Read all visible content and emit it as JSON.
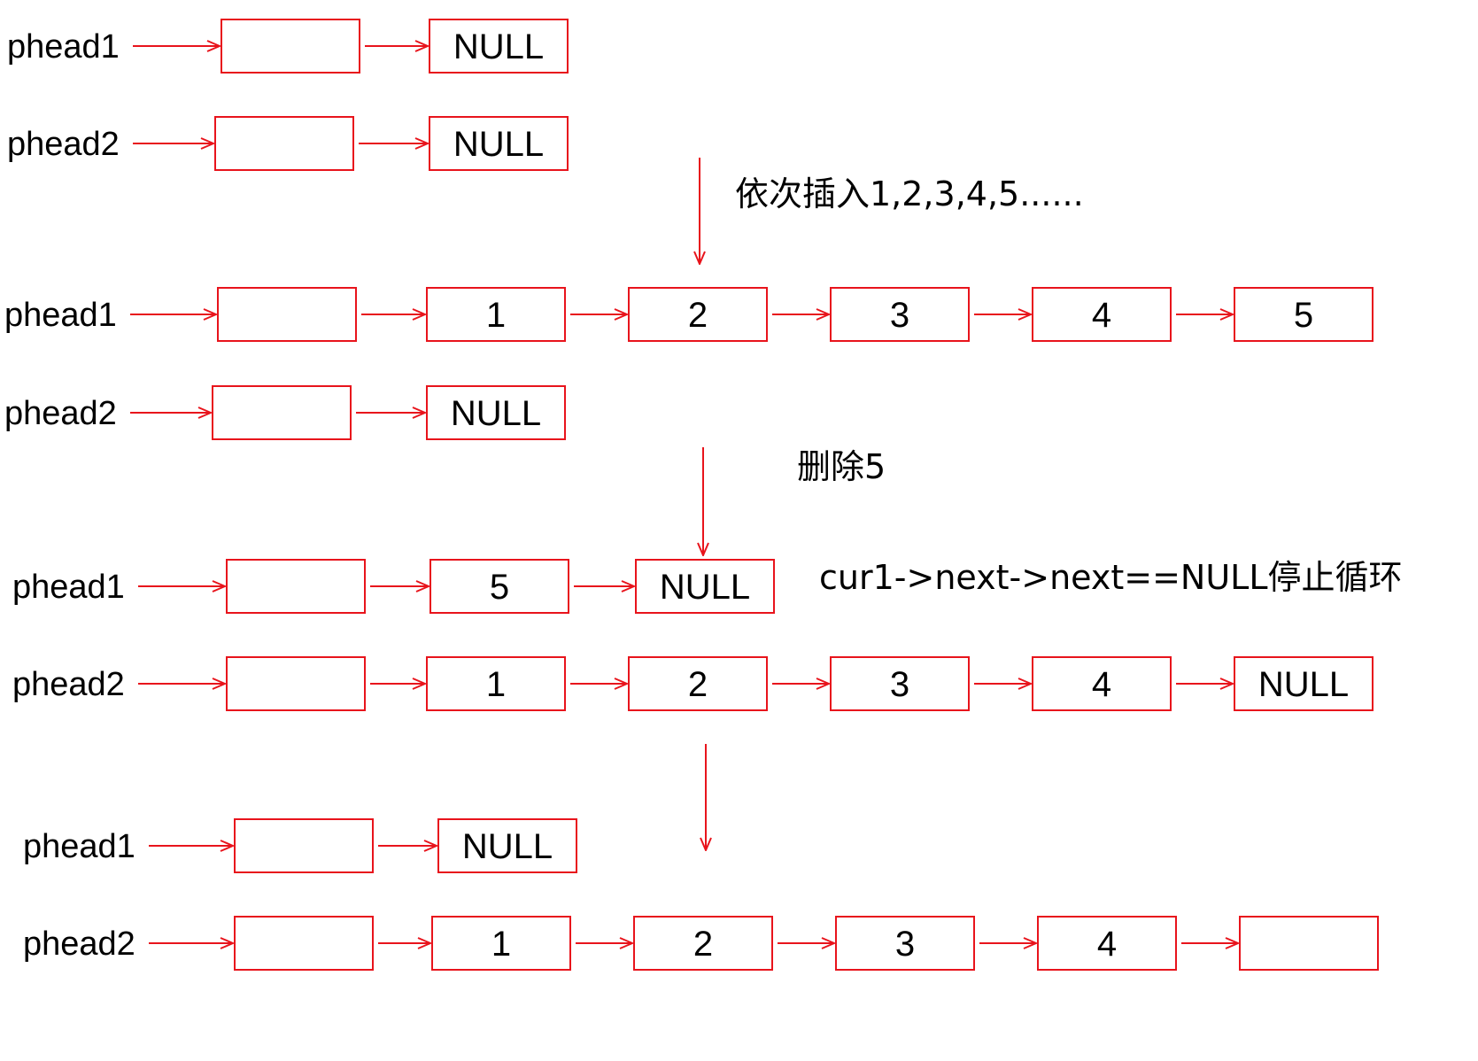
{
  "colors": {
    "stroke": "#e8141c",
    "text": "#000000",
    "background": "#ffffff"
  },
  "stages": [
    {
      "rows": [
        {
          "head": "phead1",
          "nodes": [
            "",
            "NULL"
          ]
        },
        {
          "head": "phead2",
          "nodes": [
            "",
            "NULL"
          ]
        }
      ]
    },
    {
      "rows": [
        {
          "head": "phead1",
          "nodes": [
            "",
            "1",
            "2",
            "3",
            "4",
            "5"
          ]
        },
        {
          "head": "phead2",
          "nodes": [
            "",
            "NULL"
          ]
        }
      ]
    },
    {
      "rows": [
        {
          "head": "phead1",
          "nodes": [
            "",
            "5",
            "NULL"
          ]
        },
        {
          "head": "phead2",
          "nodes": [
            "",
            "1",
            "2",
            "3",
            "4",
            "NULL"
          ]
        }
      ]
    },
    {
      "rows": [
        {
          "head": "phead1",
          "nodes": [
            "",
            "NULL"
          ]
        },
        {
          "head": "phead2",
          "nodes": [
            "",
            "1",
            "2",
            "3",
            "4",
            ""
          ]
        }
      ]
    }
  ],
  "transitions": [
    {
      "label": "依次插入1,2,3,4,5......"
    },
    {
      "label": "删除5"
    },
    {
      "label": ""
    }
  ],
  "notes": [
    {
      "text": "cur1->next->next==NULL停止循环"
    }
  ]
}
